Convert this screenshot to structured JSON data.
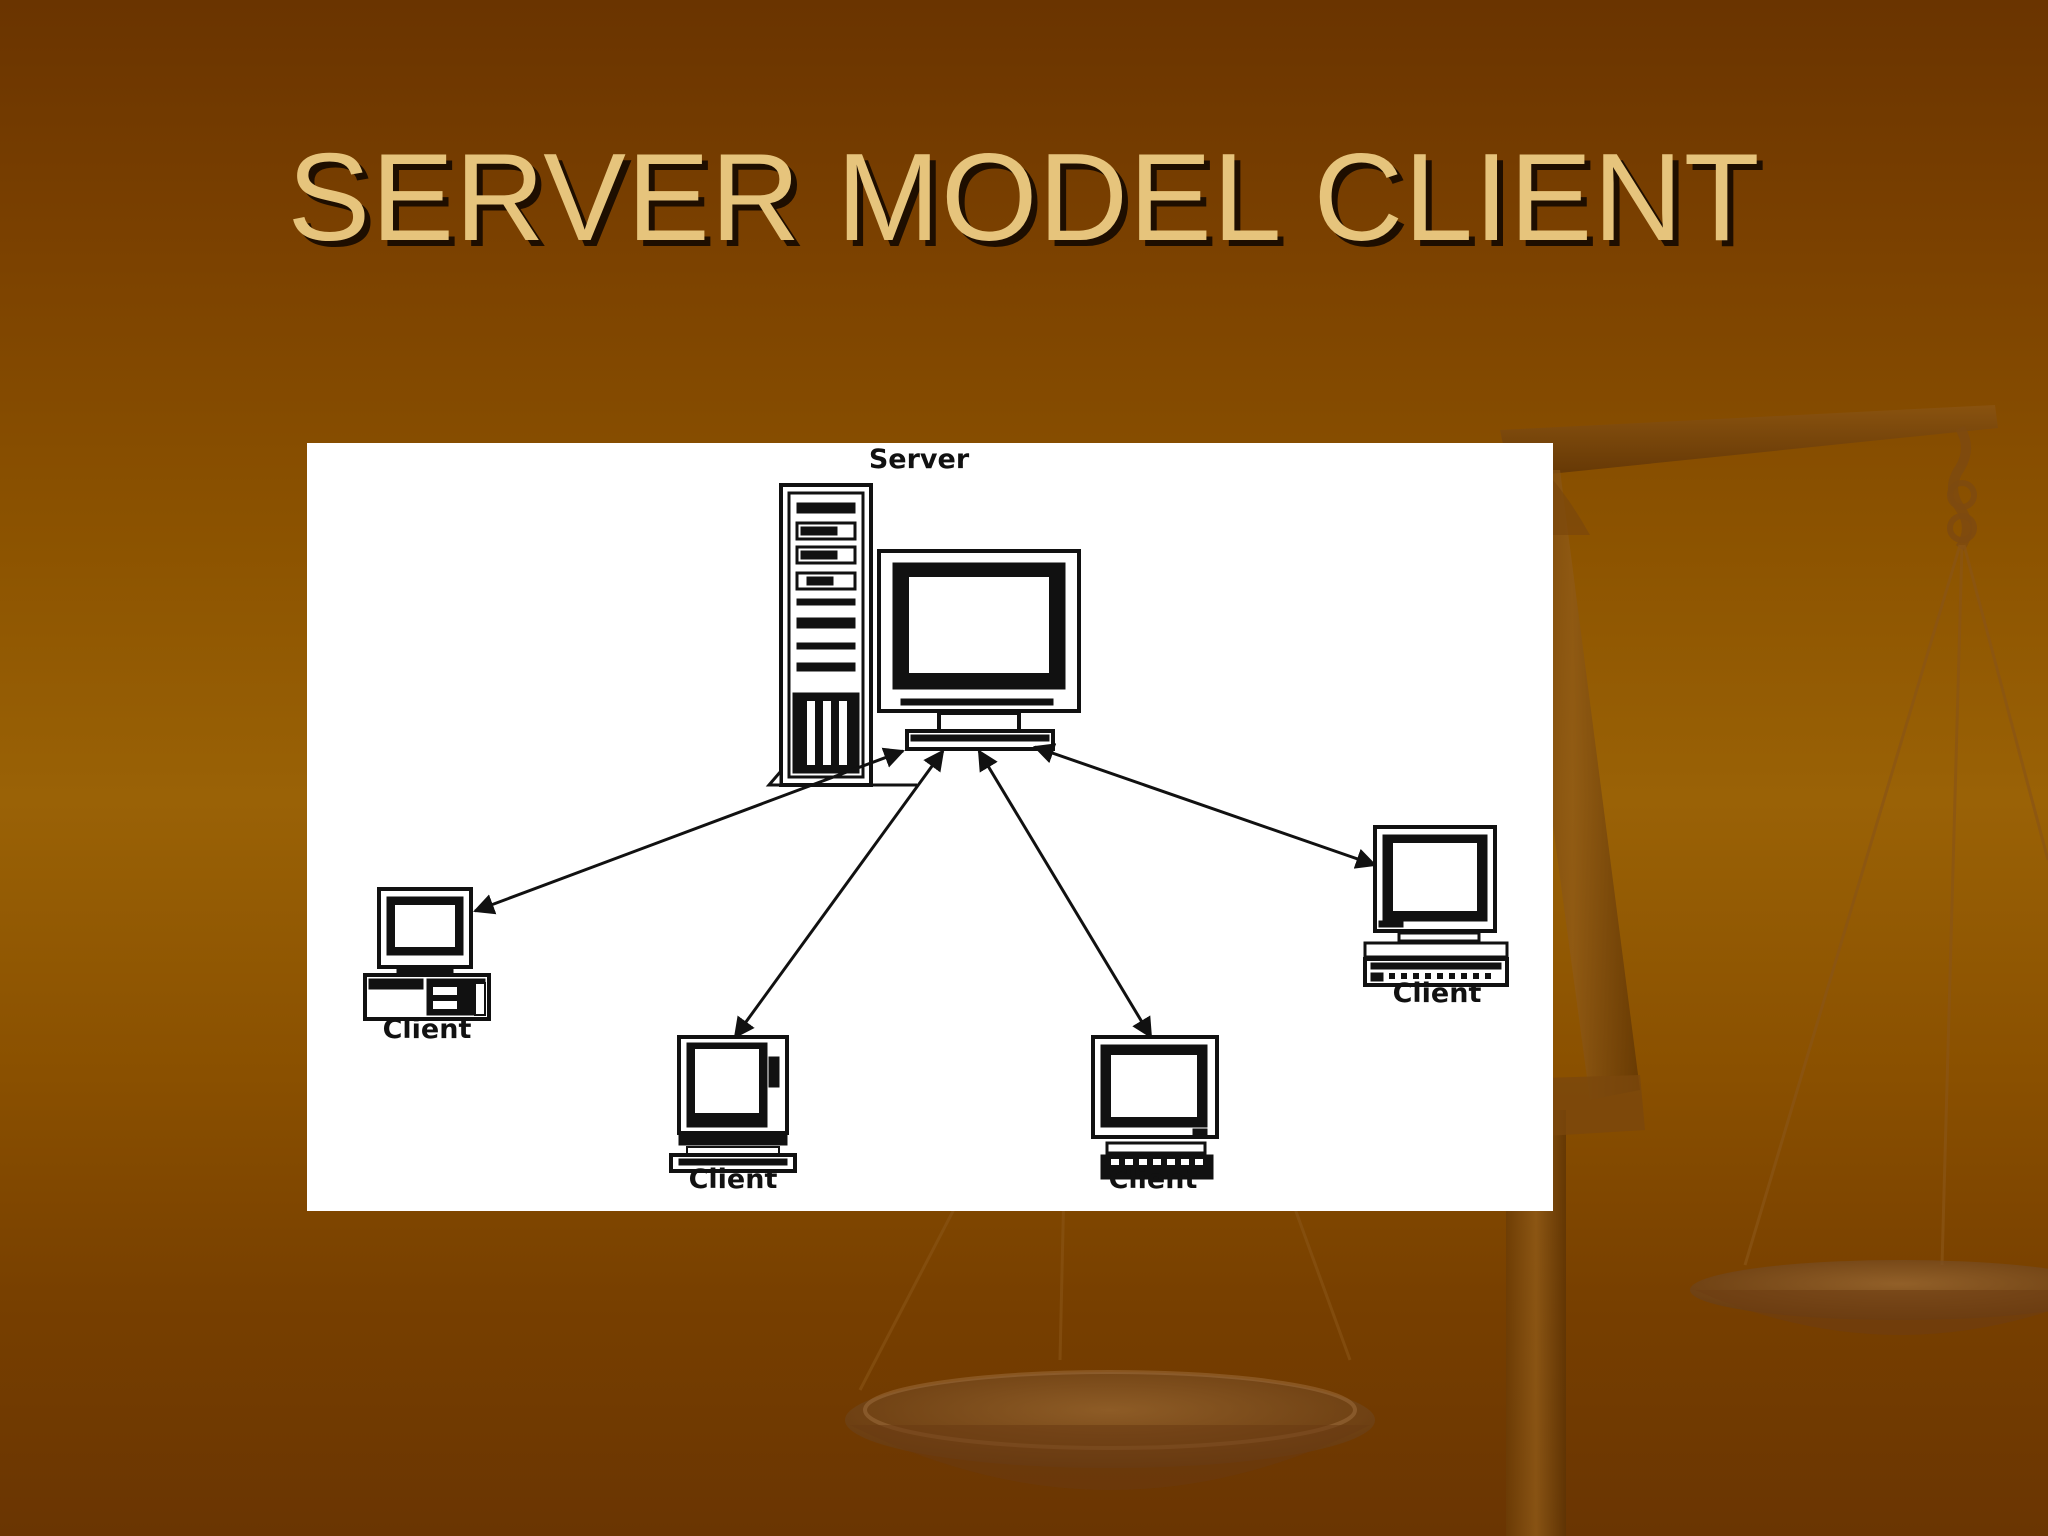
{
  "slide": {
    "title": "SERVER MODEL CLIENT"
  },
  "diagram": {
    "server": {
      "label": "Server"
    },
    "clients": [
      {
        "label": "Client",
        "device": "desktop-pc-icon"
      },
      {
        "label": "Client",
        "device": "laptop-icon"
      },
      {
        "label": "Client",
        "device": "monitor-pc-icon"
      },
      {
        "label": "Client",
        "device": "workstation-icon"
      }
    ],
    "connections": "bidirectional-arrows"
  },
  "colors": {
    "background_top": "#6a3400",
    "background_mid": "#9a6206",
    "title_text": "#e6c47c",
    "title_shadow": "#1e0e00",
    "panel": "#ffffff",
    "ink": "#111111"
  }
}
